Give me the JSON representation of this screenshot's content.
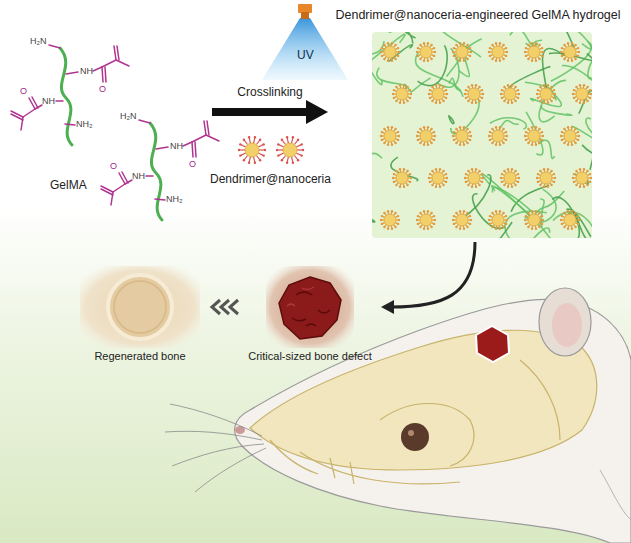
{
  "diagram": {
    "nodes": [
      {
        "text": [
          "GelMA"
        ]
      },
      {
        "text": [
          "Dendrimer@nanoceria-engineered GelMA hydrogel"
        ]
      },
      {
        "text": [
          "Critical-sized bone defect"
        ]
      },
      {
        "text": [
          "Regenerated bone"
        ]
      }
    ],
    "edges": [
      {
        "from": 0,
        "to": 1,
        "arrow": "to",
        "label": "Crosslinking"
      },
      {
        "from": 1,
        "to": 2,
        "arrow": "to"
      },
      {
        "from": 2,
        "to": 3,
        "arrow": "to"
      }
    ],
    "labels": [
      "UV",
      "Dendrimer@nanoceria",
      "H₂N",
      "NH",
      "O",
      "NH",
      "O",
      "NH₂",
      "H₂N",
      "NH",
      "O",
      "NH",
      "O",
      "NH₂"
    ]
  }
}
